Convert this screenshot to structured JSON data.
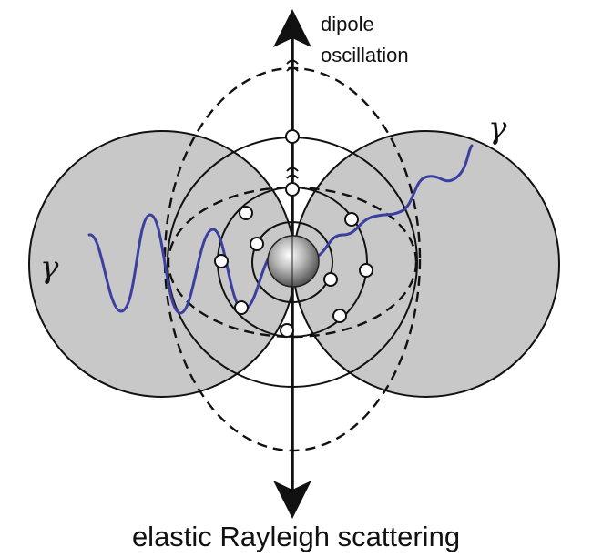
{
  "labels": {
    "dipole_line1": "dipole",
    "dipole_line2": "oscillation",
    "gamma_left": "γ",
    "gamma_right": "γ",
    "caption": "elastic Rayleigh scattering"
  },
  "colors": {
    "lobe_fill": "#c8c8c8",
    "wave": "#3a3fa0",
    "stroke": "#111111",
    "nucleus": "#9a9a9a"
  },
  "icons": {
    "axis_arrow": "double-headed-arrow-icon",
    "electron": "open-circle-icon",
    "nucleus": "shaded-sphere-icon"
  }
}
